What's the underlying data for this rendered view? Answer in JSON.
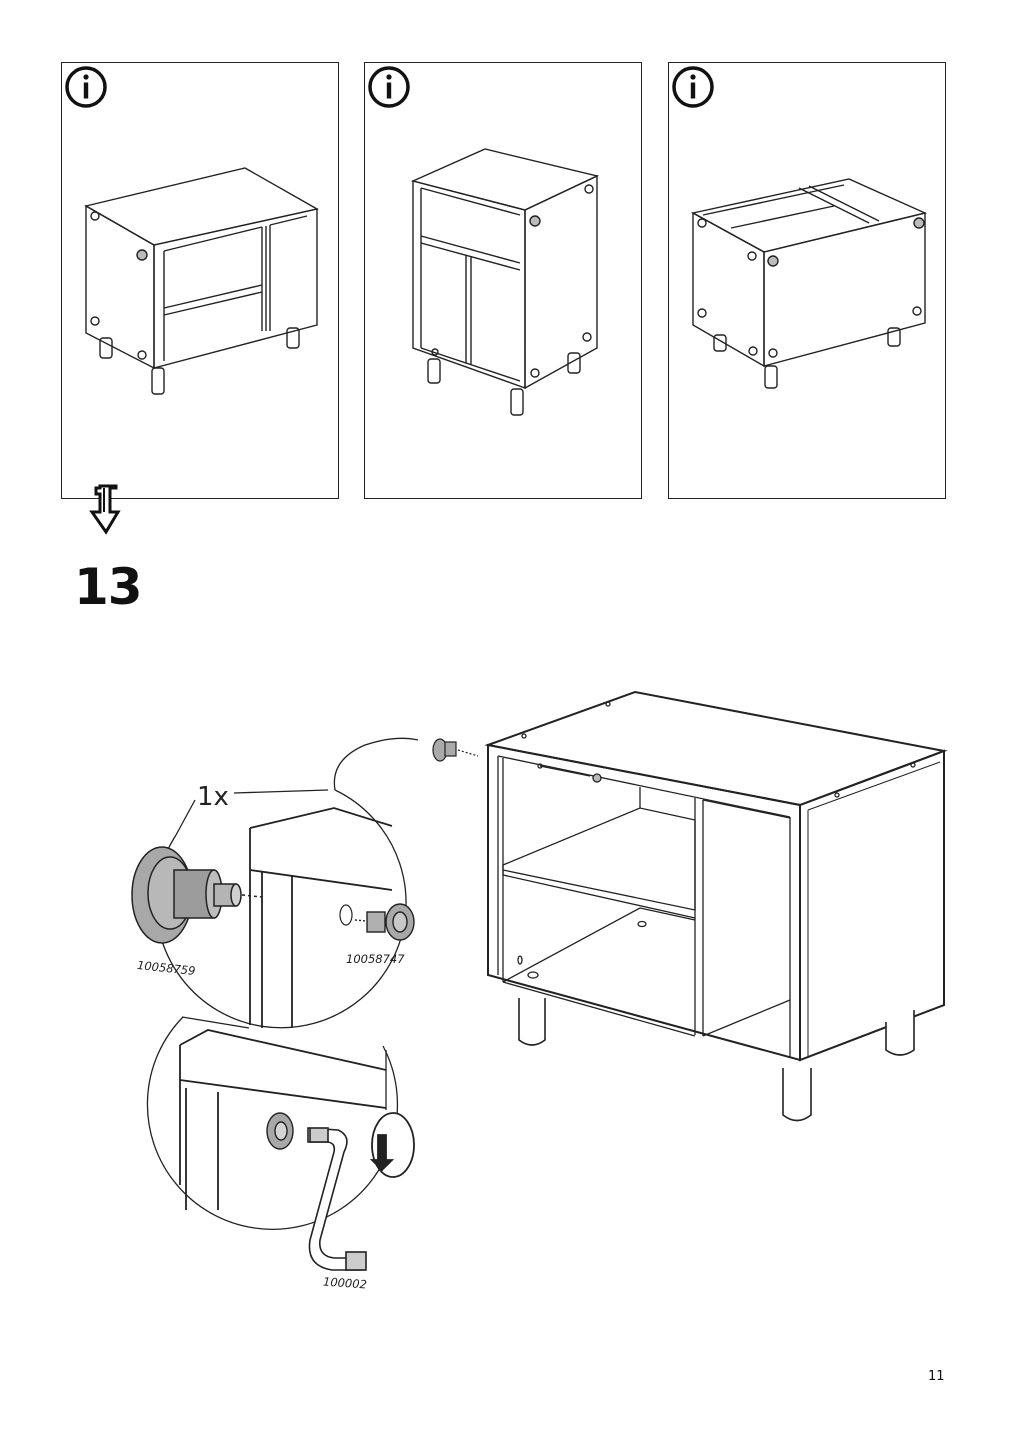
{
  "info_panels": [
    {
      "icon": "info-icon",
      "depicts": "wide-cabinet"
    },
    {
      "icon": "info-icon",
      "depicts": "tall-cabinet"
    },
    {
      "icon": "info-icon",
      "depicts": "open-box-cabinet"
    }
  ],
  "step": {
    "number": "13"
  },
  "parts": {
    "quantity": "1x",
    "part_a": "10058759",
    "part_b": "10058747",
    "tool": "100002"
  },
  "page": {
    "number": "11"
  },
  "colors": {
    "line": "#222222",
    "part_fill": "#a8a8a8",
    "background": "#ffffff"
  }
}
